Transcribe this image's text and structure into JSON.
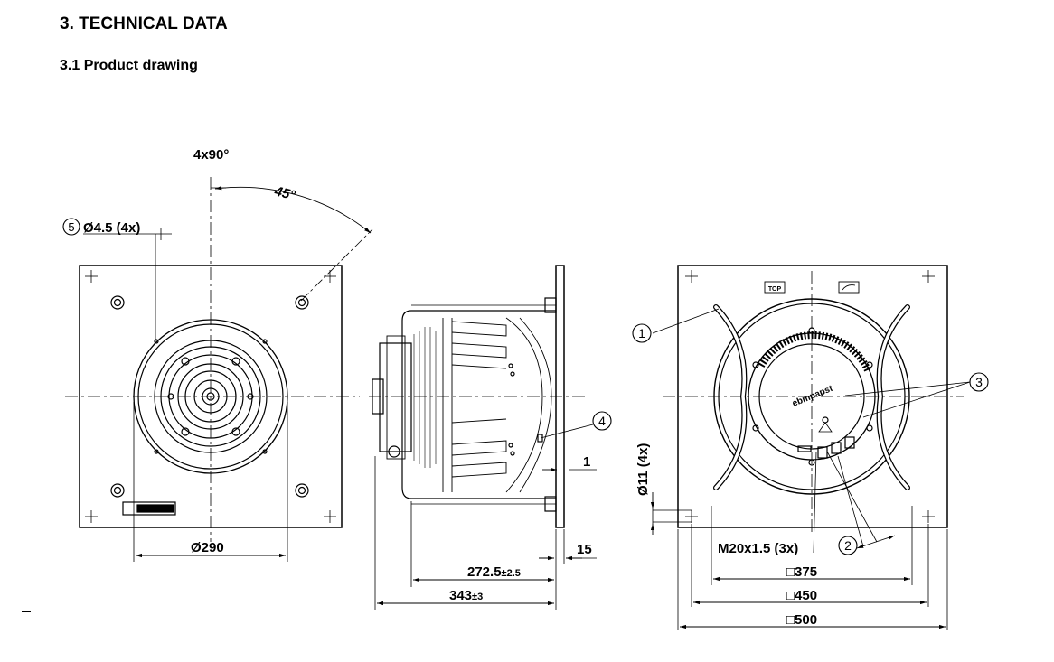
{
  "section_title": "3. TECHNICAL DATA",
  "subsection_title": "3.1 Product drawing",
  "dimensions": {
    "angle_pattern": "4x90°",
    "angle": "45°",
    "hole_callout": "Ø4.5 (4x)",
    "inlet_diameter": "Ø290",
    "length_main": "272.5",
    "length_main_tol": "±2.5",
    "length_total": "343",
    "length_total_tol": "±3",
    "flange_gap": "1",
    "flange_thickness": "15",
    "slot_callout": "Ø11 (4x)",
    "thread_callout": "M20x1.5 (3x)",
    "square_375": "□375",
    "square_450": "□450",
    "square_500": "□500"
  },
  "balloons": {
    "b1": "1",
    "b2": "2",
    "b3": "3",
    "b4": "4",
    "b5": "5"
  },
  "labels": {
    "top_mark": "TOP",
    "brand": "ebmpapst"
  }
}
